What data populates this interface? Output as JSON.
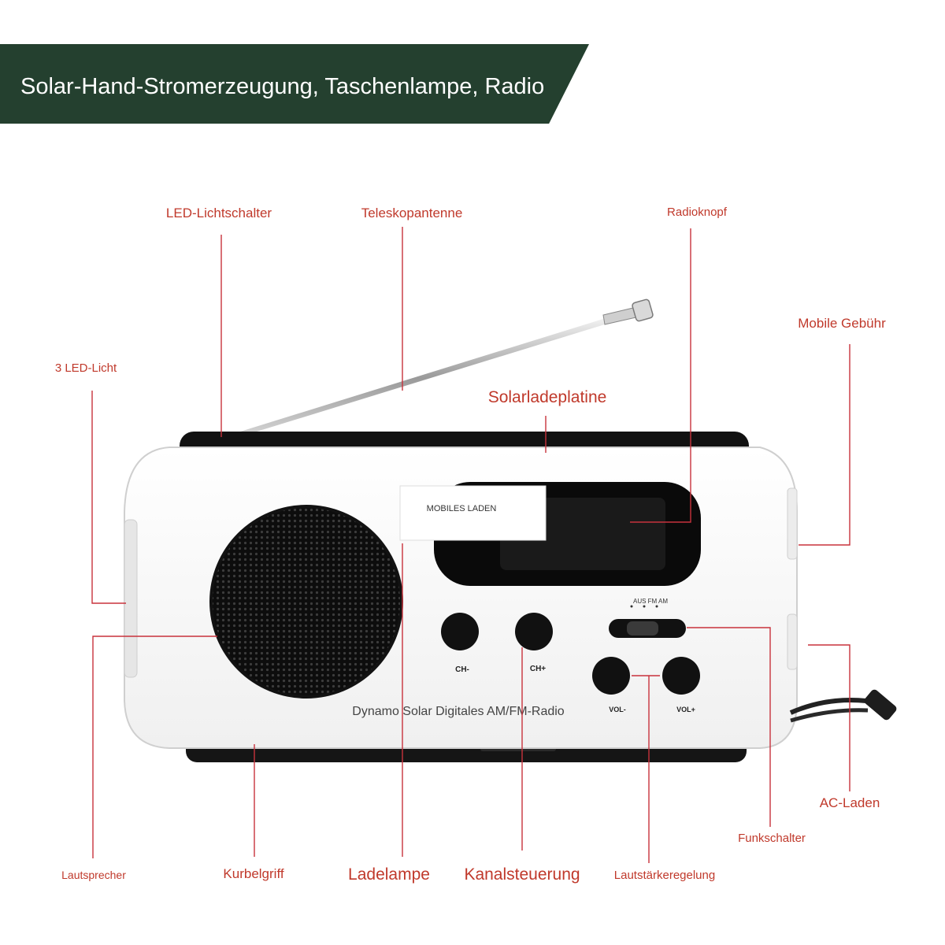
{
  "banner": {
    "title": "Solar-Hand-Stromerzeugung, Taschenlampe, Radio"
  },
  "device": {
    "sticker": "MOBILES LADEN",
    "model_print": "Dynamo Solar Digitales AM/FM-Radio",
    "buttons": {
      "ch_minus": "CH-",
      "ch_plus": "CH+",
      "vol_minus": "VOL-",
      "vol_plus": "VOL+"
    },
    "switch_positions": "AUS FM AM"
  },
  "labels": {
    "led_switch": "LED-Lichtschalter",
    "antenna": "Teleskopantenne",
    "radio_knob": "Radioknopf",
    "mobile_charge": "Mobile Gebühr",
    "three_led": "3 LED-Licht",
    "solar_panel": "Solarladeplatine",
    "speaker": "Lautsprecher",
    "crank": "Kurbelgriff",
    "charge_lamp": "Ladelampe",
    "channel": "Kanalsteuerung",
    "volume": "Lautstärkeregelung",
    "function_switch": "Funkschalter",
    "ac_charge": "AC-Laden"
  },
  "colors": {
    "banner": "#24402f",
    "label_text": "#c0392b",
    "leader_line": "#c8323c"
  }
}
